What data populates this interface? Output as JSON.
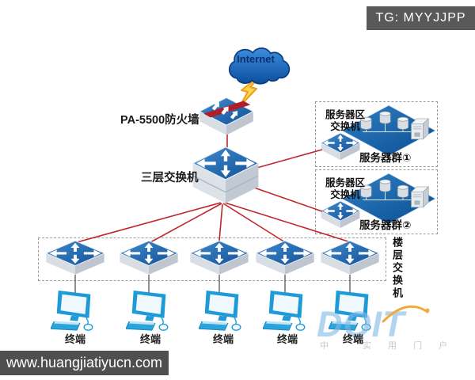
{
  "header": {
    "tg_badge": "TG: MYYJJPP"
  },
  "footer": {
    "site_url": "www.huangjiatiyucn.com"
  },
  "doit_watermark": {
    "logo": "DOIT",
    "slogan_left": "中",
    "slogan_right": "实 用 门 户"
  },
  "topology": {
    "internet_label": "Internet",
    "firewall_label": "PA-5500防火墙",
    "core_switch_label": "三层交换机",
    "floor_switch_label": "楼层交换机",
    "server_areas": [
      {
        "switch_line1": "服务器区",
        "switch_line2": "交换机",
        "group_label": "服务器群①"
      },
      {
        "switch_line1": "服务器区",
        "switch_line2": "交换机",
        "group_label": "服务器群②"
      }
    ],
    "terminals": [
      {
        "label": "终端"
      },
      {
        "label": "终端"
      },
      {
        "label": "终端"
      },
      {
        "label": "终端"
      },
      {
        "label": "终端"
      }
    ]
  },
  "colors": {
    "link_red": "#bf272c",
    "device_blue": "#1b67ad",
    "terminal_blue": "#1e9ad6",
    "badge_gray": "#595959",
    "url_box_gray": "#4f4f4f"
  }
}
